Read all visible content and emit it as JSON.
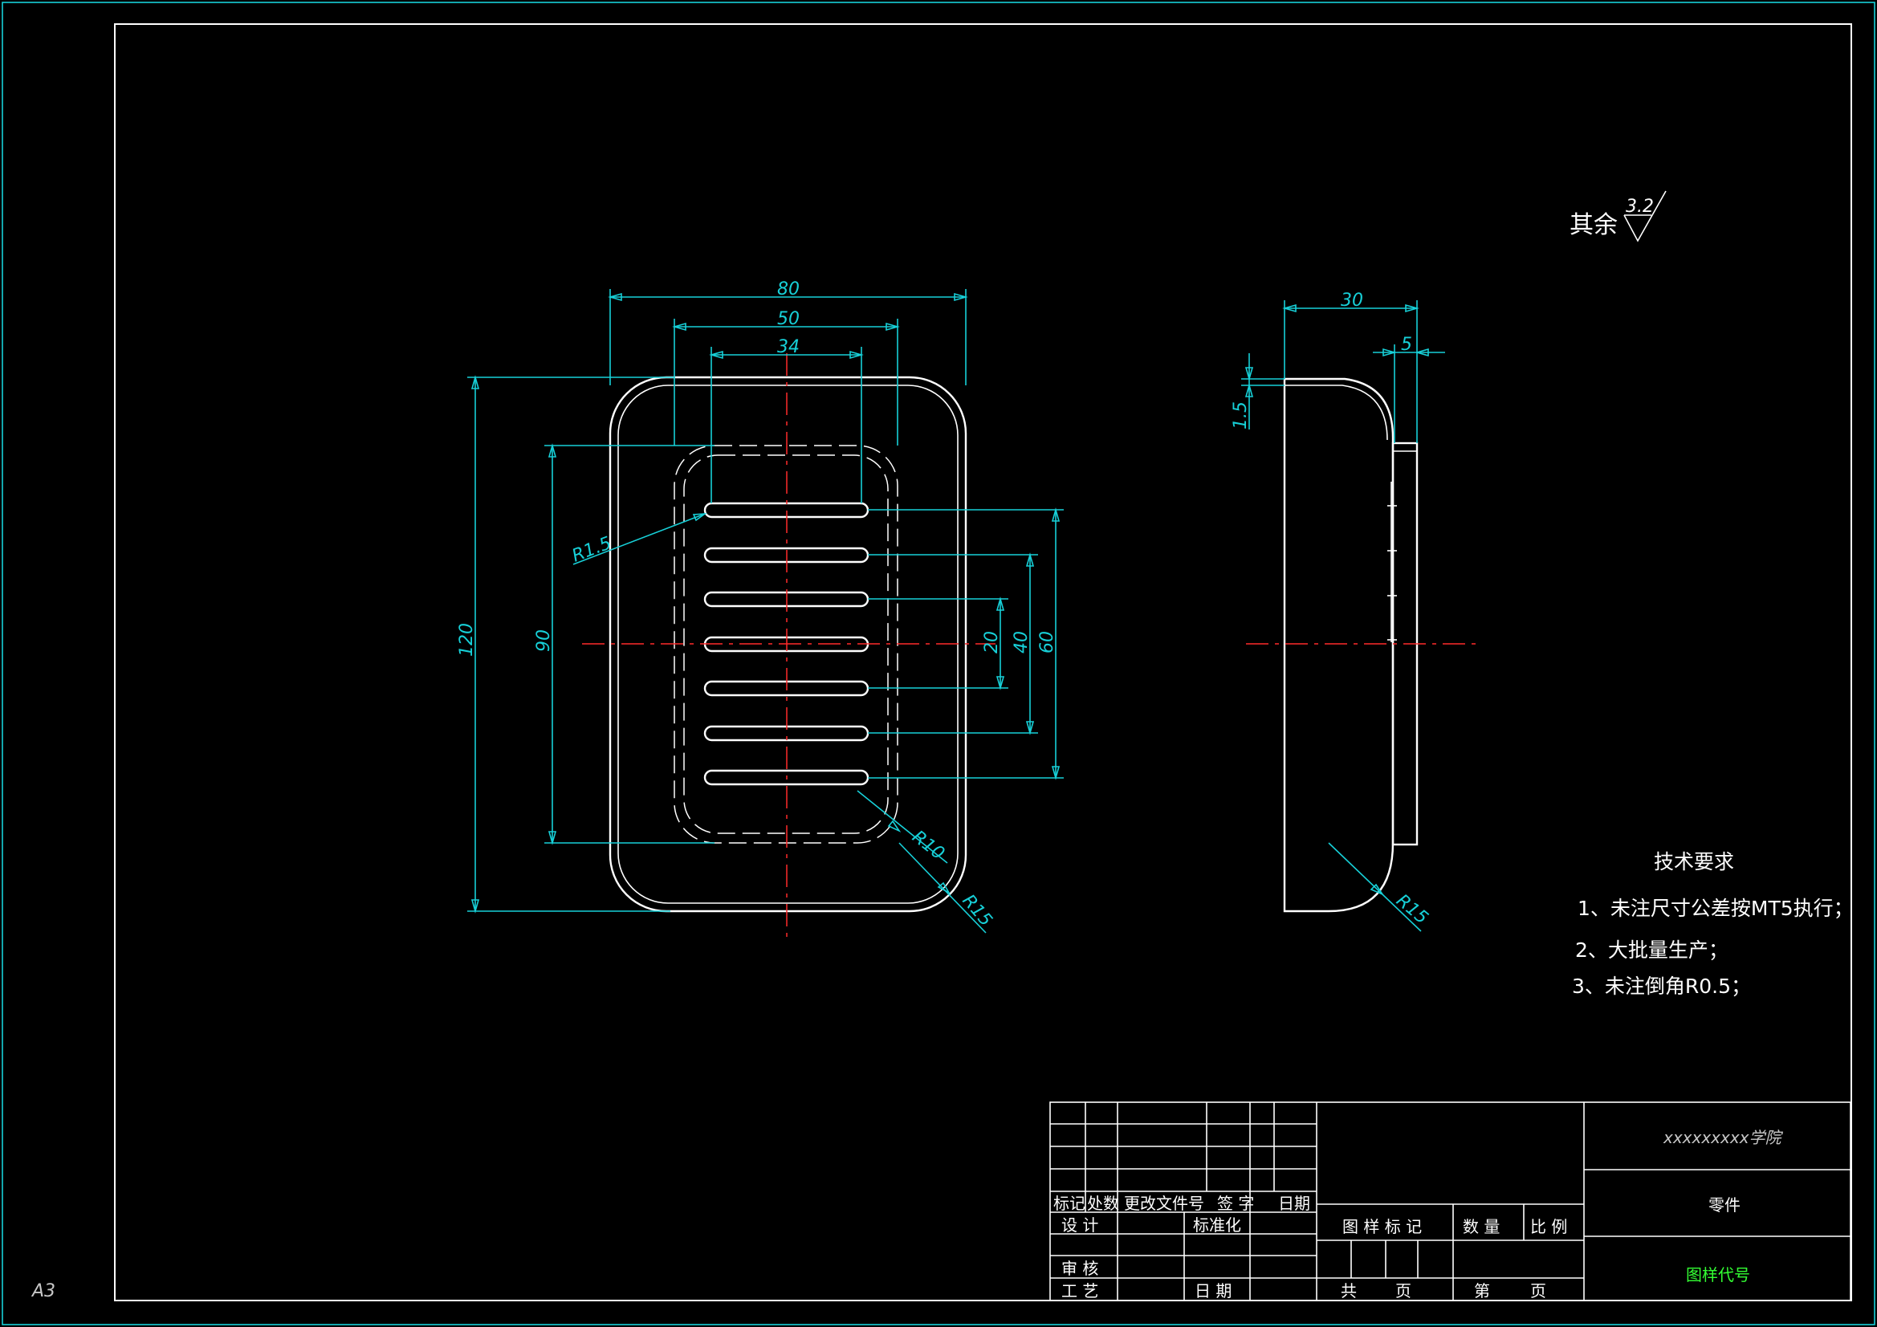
{
  "sheet": {
    "size_label": "A3"
  },
  "roughness": {
    "prefix": "其余",
    "value": "3.2"
  },
  "dimensions": {
    "front": {
      "width_outer": "80",
      "width_inner": "50",
      "slot_length": "34",
      "height_outer": "120",
      "height_inner": "90",
      "slot_span_small": "20",
      "slot_span_mid": "40",
      "slot_span_large": "60",
      "slot_radius": "R1.5",
      "inner_corner_radius": "R10",
      "outer_corner_radius": "R15"
    },
    "side": {
      "depth": "30",
      "rim_width": "5",
      "wall_thickness": "1.5",
      "corner_radius": "R15"
    }
  },
  "tech_requirements": {
    "title": "技术要求",
    "items": [
      "1、未注尺寸公差按MT5执行；",
      "2、大批量生产；",
      "3、未注倒角R0.5；"
    ]
  },
  "title_block": {
    "rev_headers": [
      "标记",
      "处数",
      "更改文件号",
      "签 字",
      "日期"
    ],
    "design": "设 计",
    "standardization": "标准化",
    "review": "审 核",
    "process": "工 艺",
    "date": "日 期",
    "drawing_mark": "图 样 标 记",
    "quantity": "数 量",
    "scale": "比 例",
    "total": "共",
    "page_unit": "页",
    "page_no": "第",
    "page_unit2": "页",
    "school": "xxxxxxxxx学院",
    "part_name": "零件",
    "drawing_code": "图样代号"
  }
}
